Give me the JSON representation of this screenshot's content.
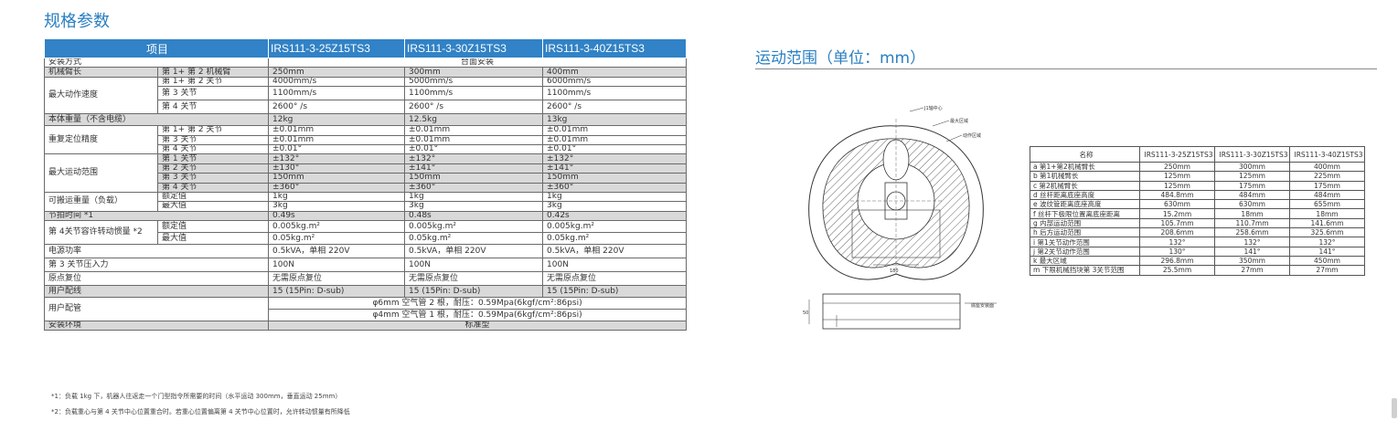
{
  "left": {
    "title": "规格参数",
    "headers": [
      "项目",
      "IRS111-3-25Z15TS3",
      "IRS111-3-30Z15TS3",
      "IRS111-3-40Z15TS3"
    ],
    "mount": {
      "label": "安装方式",
      "value": "台面安装"
    },
    "arm": {
      "label": "机械臂长",
      "sub": "第 1+ 第 2 机械臂",
      "v1": "250mm",
      "v2": "300mm",
      "v3": "400mm"
    },
    "speed": {
      "label": "最大动作速度",
      "rows": [
        {
          "sub": "第 1+ 第 2 关节",
          "v1": "4000mm/s",
          "v2": "5000mm/s",
          "v3": "6000mm/s"
        },
        {
          "sub": "第 3 关节",
          "v1": "1100mm/s",
          "v2": "1100mm/s",
          "v3": "1100mm/s"
        },
        {
          "sub": "第 4 关节",
          "v1": "2600° /s",
          "v2": "2600° /s",
          "v3": "2600° /s"
        }
      ]
    },
    "weight": {
      "label": "本体重量（不含电缆）",
      "v1": "12kg",
      "v2": "12.5kg",
      "v3": "13kg"
    },
    "repeat": {
      "label": "重复定位精度",
      "rows": [
        {
          "sub": "第 1+ 第 2 关节",
          "v1": "±0.01mm",
          "v2": "±0.01mm",
          "v3": "±0.01mm"
        },
        {
          "sub": "第 3 关节",
          "v1": "±0.01mm",
          "v2": "±0.01mm",
          "v3": "±0.01mm"
        },
        {
          "sub": "第 4 关节",
          "v1": "±0.01°",
          "v2": "±0.01°",
          "v3": "±0.01°"
        }
      ]
    },
    "range": {
      "label": "最大运动范围",
      "rows": [
        {
          "sub": "第 1 关节",
          "v1": "±132°",
          "v2": "±132°",
          "v3": "±132°"
        },
        {
          "sub": "第 2 关节",
          "v1": "±130°",
          "v2": "±141°",
          "v3": "±141°"
        },
        {
          "sub": "第 3 关节",
          "v1": "150mm",
          "v2": "150mm",
          "v3": "150mm"
        },
        {
          "sub": "第 4 关节",
          "v1": "±360°",
          "v2": "±360°",
          "v3": "±360°"
        }
      ]
    },
    "payload": {
      "label": "可搬运重量（负载）",
      "rows": [
        {
          "sub": "额定值",
          "v1": "1kg",
          "v2": "1kg",
          "v3": "1kg"
        },
        {
          "sub": "最大值",
          "v1": "3kg",
          "v2": "3kg",
          "v3": "3kg"
        }
      ]
    },
    "cycle": {
      "label": "节拍时间 *1",
      "v1": "0.49s",
      "v2": "0.48s",
      "v3": "0.42s"
    },
    "inertia": {
      "label": "第 4关节容许转动惯量 *2",
      "rows": [
        {
          "sub": "额定值",
          "v1": "0.005kg.m²",
          "v2": "0.005kg.m²",
          "v3": "0.005kg.m²"
        },
        {
          "sub": "最大值",
          "v1": "0.05kg.m²",
          "v2": "0.05kg.m²",
          "v3": "0.05kg.m²"
        }
      ]
    },
    "power": {
      "label": "电源功率",
      "v1": "0.5kVA，单相 220V",
      "v2": "0.5kVA，单相 220V",
      "v3": "0.5kVA，单相 220V"
    },
    "press": {
      "label": "第 3 关节压入力",
      "v1": "100N",
      "v2": "100N",
      "v3": "100N"
    },
    "origin": {
      "label": "原点复位",
      "v1": "无需原点复位",
      "v2": "无需原点复位",
      "v3": "无需原点复位"
    },
    "wiring": {
      "label": "用户配线",
      "v1": "15 (15Pin: D-sub)",
      "v2": "15 (15Pin: D-sub)",
      "v3": "15 (15Pin: D-sub)"
    },
    "piping": {
      "label": "用户配管",
      "line1": "φ6mm 空气管 2 根，耐压：0.59Mpa(6kgf/cm²:86psi)",
      "line2": "φ4mm 空气管 1 根，耐压：0.59Mpa(6kgf/cm²:86psi)"
    },
    "env": {
      "label": "安装环境",
      "value": "标准型"
    },
    "note1": "*1：负载 1kg 下，机器人往返走一个门型指令所需要的时间（水平运动 300mm，垂直运动 25mm）",
    "note2": "*2：负载重心与第 4 关节中心位置重合时。若重心位置偏离第 4 关节中心位置时，允许转动惯量有所降低"
  },
  "right": {
    "title": "运动范围（单位：mm）",
    "diagram_labels": {
      "center": "J1轴中心",
      "max": "最大区域",
      "work": "动作区域",
      "base": "底座安装面",
      "dim": "180",
      "hdim": "50"
    },
    "headers": [
      "名称",
      "IRS111-3-25Z15TS3",
      "IRS111-3-30Z15TS3",
      "IRS111-3-40Z15TS3"
    ],
    "rows": [
      {
        "name": "a  第1+第2机械臂长",
        "v1": "250mm",
        "v2": "300mm",
        "v3": "400mm"
      },
      {
        "name": "b  第1机械臂长",
        "v1": "125mm",
        "v2": "125mm",
        "v3": "225mm"
      },
      {
        "name": "c  第2机械臂长",
        "v1": "125mm",
        "v2": "175mm",
        "v3": "175mm"
      },
      {
        "name": "d  丝杆距离底座高度",
        "v1": "484.8mm",
        "v2": "484mm",
        "v3": "484mm"
      },
      {
        "name": "e 波纹管距离底座高度",
        "v1": "630mm",
        "v2": "630mm",
        "v3": "655mm"
      },
      {
        "name": "f  丝杆下极限位置离底座距离",
        "v1": "15.2mm",
        "v2": "18mm",
        "v3": "18mm"
      },
      {
        "name": "g  内部运动范围",
        "v1": "105.7mm",
        "v2": "110.7mm",
        "v3": "141.6mm"
      },
      {
        "name": "h  后方运动范围",
        "v1": "208.6mm",
        "v2": "258.6mm",
        "v3": "325.6mm"
      },
      {
        "name": "i  第1关节动作范围",
        "v1": "132°",
        "v2": "132°",
        "v3": "132°"
      },
      {
        "name": "j  第2关节动作范围",
        "v1": "130°",
        "v2": "141°",
        "v3": "141°"
      },
      {
        "name": "k  最大区域",
        "v1": "296.8mm",
        "v2": "350mm",
        "v3": "450mm"
      },
      {
        "name": "m 下限机械挡块第 3关节范围",
        "v1": "25.5mm",
        "v2": "27mm",
        "v3": "27mm"
      }
    ]
  }
}
